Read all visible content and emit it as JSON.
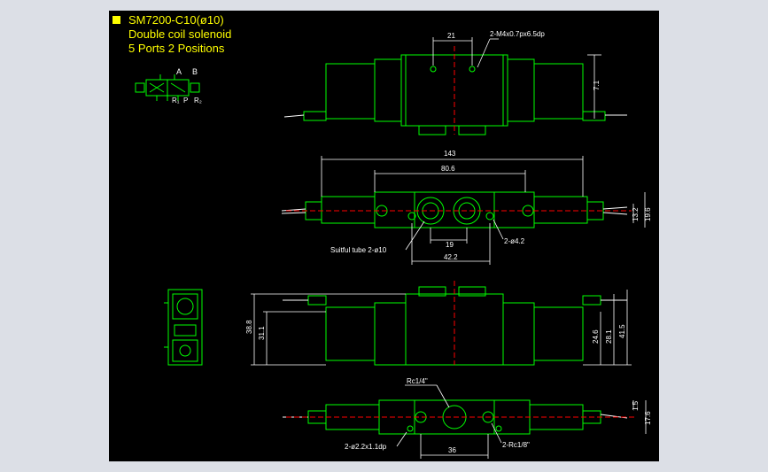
{
  "title": {
    "line1": "SM7200-C10(ø10)",
    "line2": "Double coil solenoid",
    "line3": "5 Ports 2 Positions"
  },
  "symbol": {
    "port_a": "A",
    "port_b": "B",
    "port_r1": "R₁",
    "port_p": "P",
    "port_r2": "R₂"
  },
  "dimensions": {
    "top_21": "21",
    "top_m4": "2-M4x0.7px6.5dp",
    "top_7_1": "7.1",
    "mid_143": "143",
    "mid_80_6": "80.6",
    "mid_13_2": "13.2",
    "mid_19_6": "19.6",
    "mid_19": "19",
    "mid_42_2": "42.2",
    "mid_phi4_2": "2-ø4.2",
    "mid_tube": "Suitful tube 2-ø10",
    "front_38_8": "38.8",
    "front_31_1": "31.1",
    "front_24_6": "24.6",
    "front_28_1": "28.1",
    "front_41_5": "41.5",
    "bot_rc14": "Rc1/4\"",
    "bot_1_5": "1.5",
    "bot_17_6": "17.6",
    "bot_phi2": "2-ø2.2x1.1dp",
    "bot_36": "36",
    "bot_rc18": "2-Rc1/8\""
  },
  "colors": {
    "background": "#000000",
    "frame": "#dcdfe6",
    "outline": "#00ff00",
    "dimension": "#ffffff",
    "centerline": "#ff0000",
    "title": "#ffff00"
  }
}
